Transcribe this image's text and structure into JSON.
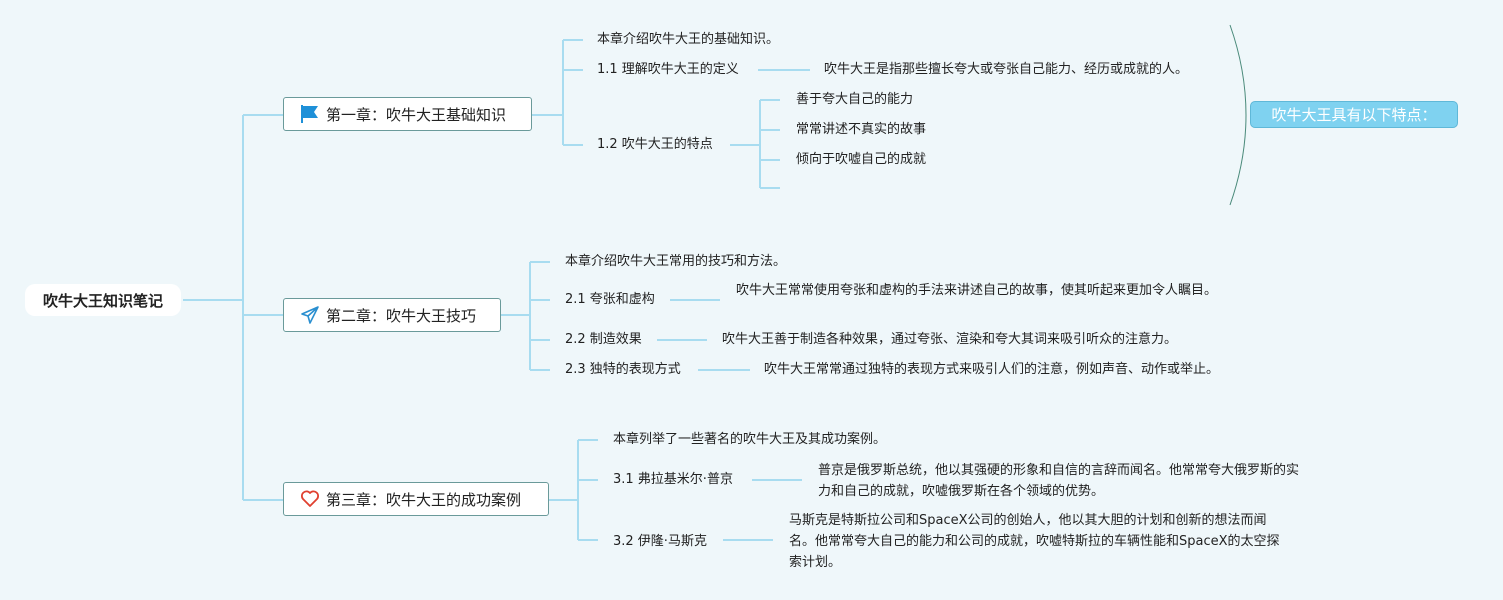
{
  "root": {
    "label": "吹牛大王知识笔记"
  },
  "colors": {
    "line": "#a8dcf0",
    "summary_fill": "#7fd2f0",
    "flag": "#1e90d8",
    "plane": "#2a8fd0",
    "heart": "#e04030"
  },
  "chapters": [
    {
      "label": "第一章：吹牛大王基础知识",
      "icon": "flag-icon",
      "intro": "本章介绍吹牛大王的基础知识。",
      "sections": [
        {
          "label": "1.1 理解吹牛大王的定义",
          "detail": "吹牛大王是指那些擅长夸大或夸张自己能力、经历或成就的人。"
        },
        {
          "label": "1.2 吹牛大王的特点",
          "items": [
            "善于夸大自己的能力",
            "常常讲述不真实的故事",
            "倾向于吹嘘自己的成就",
            ""
          ]
        }
      ],
      "summary": "吹牛大王具有以下特点："
    },
    {
      "label": "第二章：吹牛大王技巧",
      "icon": "paper-plane-icon",
      "intro": "本章介绍吹牛大王常用的技巧和方法。",
      "sections": [
        {
          "label": "2.1 夸张和虚构",
          "detail": "吹牛大王常常使用夸张和虚构的手法来讲述自己的故事，使其听起来更加令人瞩目。"
        },
        {
          "label": "2.2 制造效果",
          "detail": "吹牛大王善于制造各种效果，通过夸张、渲染和夸大其词来吸引听众的注意力。"
        },
        {
          "label": "2.3 独特的表现方式",
          "detail": "吹牛大王常常通过独特的表现方式来吸引人们的注意，例如声音、动作或举止。"
        }
      ]
    },
    {
      "label": "第三章：吹牛大王的成功案例",
      "icon": "heart-icon",
      "intro": "本章列举了一些著名的吹牛大王及其成功案例。",
      "sections": [
        {
          "label": "3.1 弗拉基米尔·普京",
          "detail": "普京是俄罗斯总统，他以其强硬的形象和自信的言辞而闻名。他常常夸大俄罗斯的实力和自己的成就，吹嘘俄罗斯在各个领域的优势。"
        },
        {
          "label": "3.2 伊隆·马斯克",
          "detail": "马斯克是特斯拉公司和SpaceX公司的创始人，他以其大胆的计划和创新的想法而闻名。他常常夸大自己的能力和公司的成就，吹嘘特斯拉的车辆性能和SpaceX的太空探索计划。"
        }
      ]
    }
  ]
}
